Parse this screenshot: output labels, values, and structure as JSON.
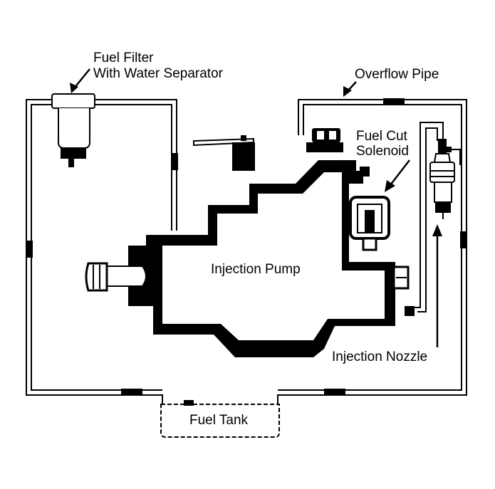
{
  "diagram": {
    "ink_color": "#000000",
    "paper_color": "#ffffff",
    "labels": {
      "fuel_filter_line1": "Fuel Filter",
      "fuel_filter_line2": "With Water Separator",
      "overflow_pipe": "Overflow Pipe",
      "fuel_cut_line1": "Fuel Cut",
      "fuel_cut_line2": "Solenoid",
      "injection_pump": "Injection Pump",
      "injection_nozzle": "Injection Nozzle",
      "fuel_tank": "Fuel Tank"
    }
  }
}
